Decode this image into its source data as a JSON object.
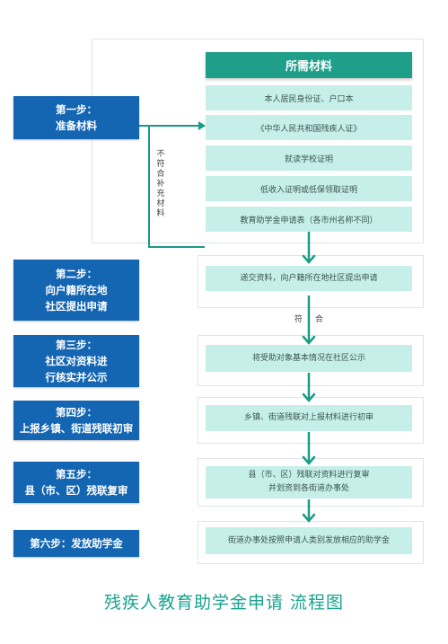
{
  "materials_header": "所需材料",
  "materials": [
    "本人居民身份证、户口本",
    "《中华人民共和国残疾人证》",
    "就读学校证明",
    "低收入证明或低保领取证明",
    "教育助学金申请表（各市州名称不同）"
  ],
  "supplement_label": [
    "不",
    "符",
    "合",
    "补",
    "充",
    "材",
    "料"
  ],
  "condition_label": [
    "符",
    "合"
  ],
  "steps": [
    {
      "lines": [
        "第一步：",
        "准备材料"
      ]
    },
    {
      "lines": [
        "第二步：",
        "向户籍所在地",
        "社区提出申请"
      ],
      "action": [
        "递交资料，向户籍所在地社区提出申请"
      ]
    },
    {
      "lines": [
        "第三步：",
        "社区对资料进",
        "行核实并公示"
      ],
      "action": [
        "将受助对象基本情况在社区公示"
      ]
    },
    {
      "lines": [
        "第四步：",
        "上报乡镇、街道残联初审"
      ],
      "action": [
        "乡镇、街道残联对上报材料进行初审"
      ]
    },
    {
      "lines": [
        "第五步：",
        "县（市、区）残联复审"
      ],
      "action": [
        "县（市、区）残联对资料进行复审",
        "并划资到各街道办事处"
      ]
    },
    {
      "lines": [
        "第六步：发放助学金"
      ],
      "action": [
        "街道办事处按照申请人类别发放相应的助学金"
      ]
    }
  ],
  "title": "残疾人教育助学金申请 流程图",
  "colors": {
    "step_blue": "#1466b3",
    "header_teal": "#1f9e89",
    "box_fill": "#c6efe9",
    "arrow_teal": "#1a9b86",
    "title_teal": "#1aa390"
  }
}
